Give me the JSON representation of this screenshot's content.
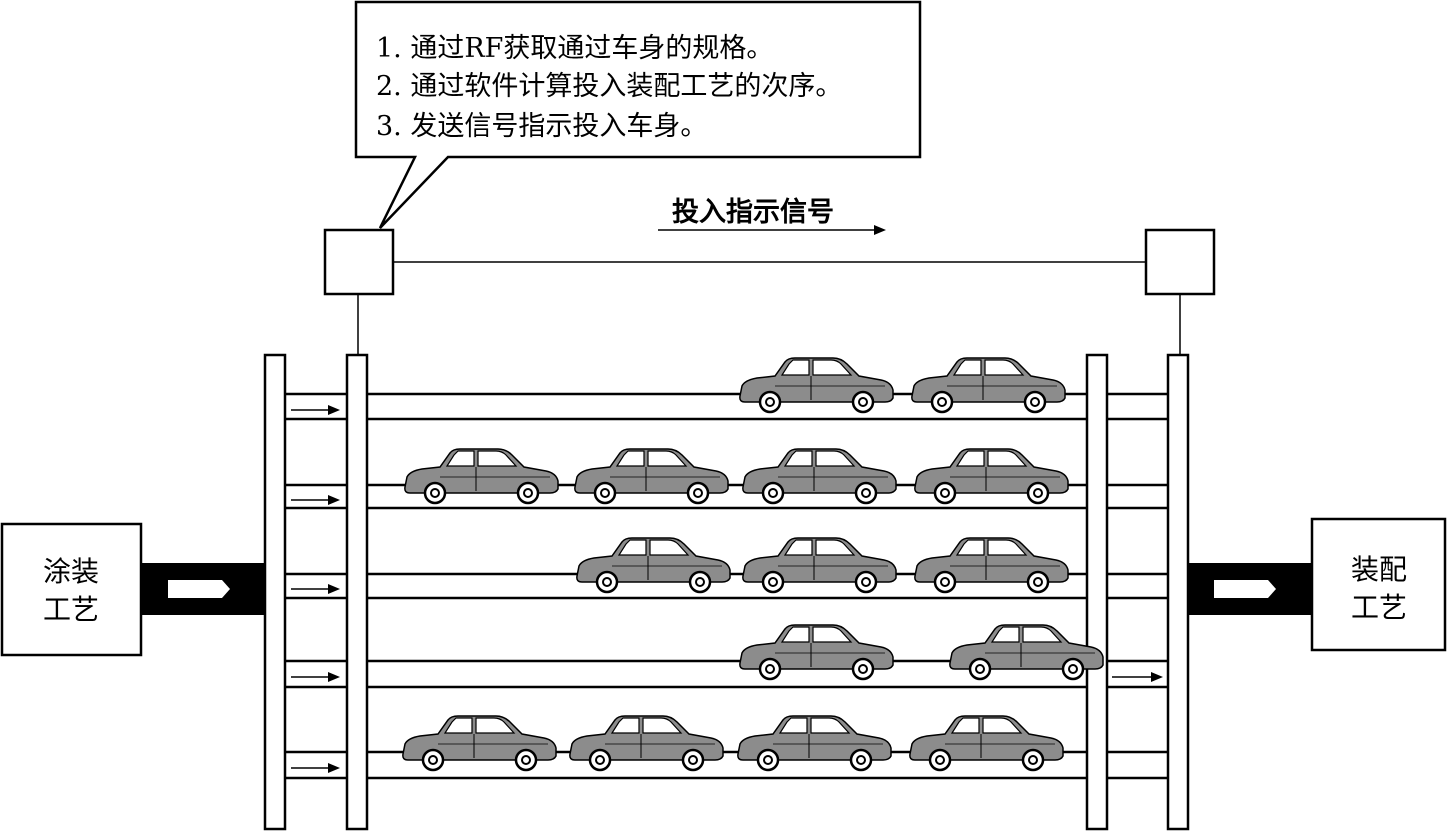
{
  "callout": {
    "lines": [
      "1. 通过RF获取通过车身的规格。",
      "2. 通过软件计算投入装配工艺的次序。",
      "3. 发送信号指示投入车身。"
    ]
  },
  "signal": {
    "label": "投入指示信号"
  },
  "left_process": {
    "line1": "涂装",
    "line2": "工艺"
  },
  "right_process": {
    "line1": "装配",
    "line2": "工艺"
  },
  "lanes": [
    {
      "cars": 2,
      "exit_arrow": false
    },
    {
      "cars": 4,
      "exit_arrow": false
    },
    {
      "cars": 3,
      "exit_arrow": false
    },
    {
      "cars": 2,
      "exit_arrow": true
    },
    {
      "cars": 4,
      "exit_arrow": false
    }
  ],
  "colors": {
    "car_body": "#8c8c8c",
    "line": "#000000",
    "background": "#ffffff"
  }
}
